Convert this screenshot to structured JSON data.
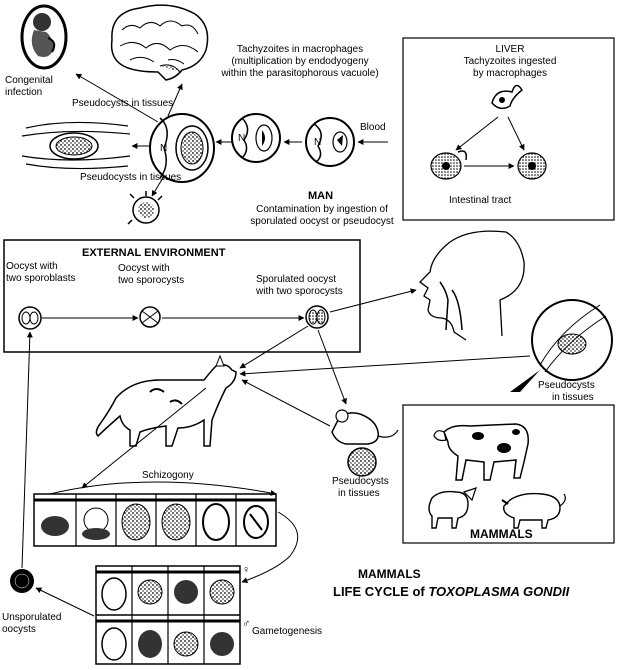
{
  "labels": {
    "congenital": [
      "Congenital",
      "infection"
    ],
    "tachy_macrophages": [
      "Tachyzoites in macrophages",
      "(multiplication by endodyogeny",
      "within the parasitophorous vacuole)"
    ],
    "pseudocysts_upper": "Pseudocysts in tissues",
    "pseudocysts_lower": "Pseudocysts in tissues",
    "blood": "Blood",
    "nucleus_letter": "N",
    "liver_title": "LIVER",
    "liver_text": [
      "Tachyzoites ingested",
      "by macrophages"
    ],
    "intestinal_tract": "Intestinal tract",
    "man_title": "MAN",
    "contamination": [
      "Contamination by ingestion of",
      "sporulated oocyst or pseudocyst"
    ],
    "external_env_title": "EXTERNAL ENVIRONMENT",
    "oocyst_two_sporoblasts": [
      "Oocyst with",
      "two sporoblasts"
    ],
    "oocyst_two_sporocysts": [
      "Oocyst with",
      "two sporocysts"
    ],
    "sporulated_oocyst": [
      "Sporulated oocyst",
      "with two sporocysts"
    ],
    "pseudocysts_mammal": [
      "Pseudocysts",
      "in tissues"
    ],
    "pseudocysts_mouse": [
      "Pseudocysts",
      "in tissues"
    ],
    "schizogony": "Schizogony",
    "mammals_box": "MAMMALS",
    "unsporulated": [
      "Unsporulated",
      "oocysts"
    ],
    "gametogenesis": "Gametogenesis",
    "female_symbol": "♀",
    "male_symbol": "♂",
    "title_line1": "MAMMALS",
    "title_line2_prefix": "LIFE CYCLE of ",
    "title_line2_italic": "TOXOPLASMA GONDII"
  },
  "icons": [
    "fetus-icon",
    "brain-icon",
    "macrophage-cell-icon",
    "tissue-fiber-icon",
    "tachyzoite-icon",
    "human-head-icon",
    "cat-icon",
    "mouse-icon",
    "cow-icon",
    "sheep-icon",
    "pig-icon",
    "oocyst-icon",
    "intestinal-epithelium-icon"
  ]
}
